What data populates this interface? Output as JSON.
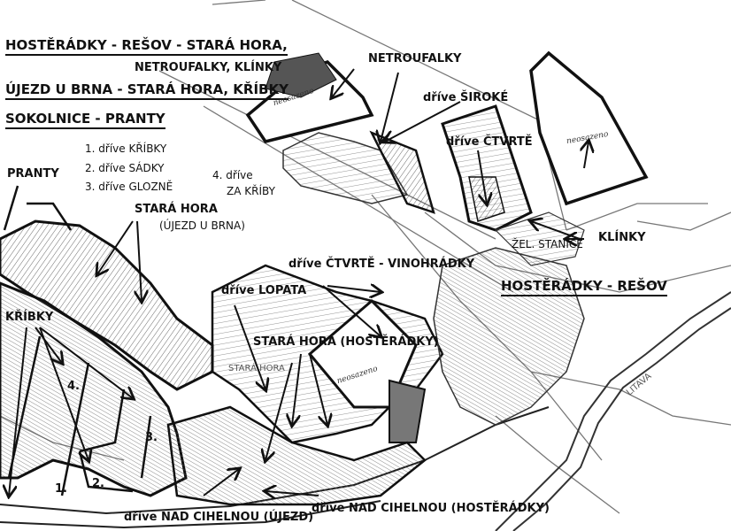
{
  "legend": {
    "line1": "HOSTĚRÁDKY - REŠOV - STARÁ HORA,",
    "line1b": "NETROUFALKY, KLÍNKY",
    "line2": "ÚJEZD U BRNA - STARÁ HORA, KŘÍBKY",
    "line3": "SOKOLNICE - PRANTY",
    "tracts": [
      "1. dříve KŘÍBKY",
      "2. dříve SÁDKY",
      "3. dříve GLOZNĚ",
      "4. dříve",
      "ZA KŘÍBY"
    ]
  },
  "labels": {
    "pranty": "PRANTY",
    "stara_hora_ujezd": "STARÁ HORA",
    "stara_hora_ujezd_sub": "(ÚJEZD U BRNA)",
    "kribky": "KŘÍBKY",
    "netroufalky": "NETROUFALKY",
    "drive_siroke": "dříve ŠIROKÉ",
    "drive_ctvrte": "dříve ČTVRTĚ",
    "drive_ctvrte_vinohradky": "dříve ČTVRTĚ - VINOHRÁDKY",
    "drive_lopata": "dříve LOPATA",
    "stara_hora_hosteradky": "STARÁ HORA (HOSTĚRÁDKY)",
    "klinky": "KLÍNKY",
    "zel_stanice": "ŽEL. STANICE",
    "hosteradky_resov": "HOSTĚRÁDKY - REŠOV",
    "litava": "LITAVA",
    "stara_hora_map": "STARÁ HORA",
    "drive_nad_cihelnou_ujezd": "dříve NAD CIHELNOU (ÚJEZD)",
    "drive_nad_cihelnou_hosteradky": "dříve NAD CIHELNOU (HOSTĚRÁDKY)",
    "neosazeno": "neosazeno",
    "tract_1": "1.",
    "tract_2": "2.",
    "tract_3": "3.",
    "tract_4": "4."
  }
}
